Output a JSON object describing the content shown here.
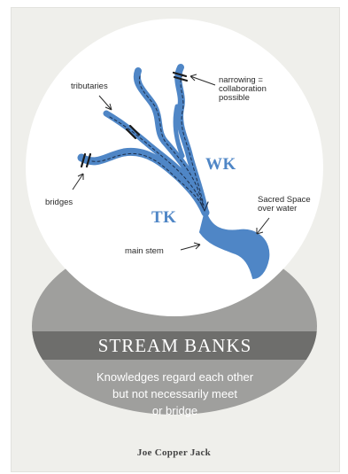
{
  "labels": {
    "narrowing": [
      "narrowing =",
      "collaboration",
      "possible"
    ],
    "tributaries": "tributaries",
    "bridges": "bridges",
    "main_stem": "main stem",
    "sacred_space": [
      "Sacred Space",
      "over water"
    ],
    "wk": "WK",
    "tk": "TK"
  },
  "band": {
    "title": "STREAM BANKS",
    "description": [
      "Knowledges regard each other",
      "but not necessarily meet",
      "or bridge"
    ]
  },
  "author": "Joe Copper Jack",
  "colors": {
    "card_bg": "#efefeb",
    "circle": "#ffffff",
    "gray_oval": "#9f9f9d",
    "dark_band": "#6e6e6c",
    "stream": "#4f86c6",
    "stream_dark": "#3f6fa6",
    "code_text": "#4f86c6"
  }
}
